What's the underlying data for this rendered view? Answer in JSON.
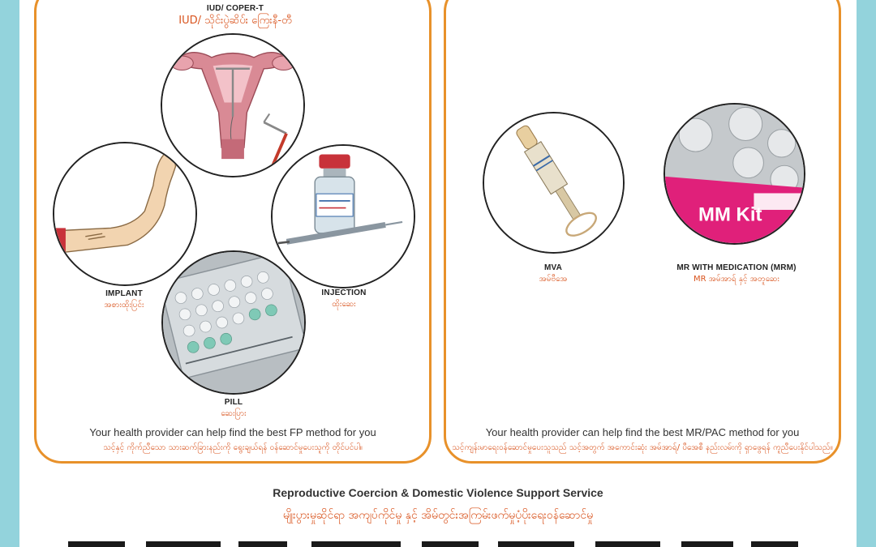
{
  "fp_panel": {
    "methods": {
      "iud": {
        "en": "IUD/ COPER-T",
        "my": "IUD/ သိုင်းပွဲဆိပ်း ကြေးနီ-တီ"
      },
      "implant": {
        "en": "IMPLANT",
        "my": "အစားထိုးပြင်း"
      },
      "injection": {
        "en": "INJECTION",
        "my": "ထိုးဆေး"
      },
      "pill": {
        "en": "PILL",
        "my": "ဆေးပြား"
      }
    },
    "note_en": "Your health provider can help find the best FP method for you",
    "note_my": "သင့်နှင့် ကိုက်ညီသော သားဆက်ခြားနည်းကို ရွေးချယ်ရန် ဝန်ဆောင်မှုပေးသူကို တိုင်ပင်ပါ။"
  },
  "mr_panel": {
    "methods": {
      "mva": {
        "en": "MVA",
        "my": "အမ်ဗီအေ"
      },
      "mrm": {
        "en": "MR WITH MEDICATION (MRM)",
        "my": "MR အမ်အာရ် နှင့် အတူဆေး"
      }
    },
    "kit_label": "MM Kit",
    "note_en": "Your health provider can help find the best MR/PAC method for you",
    "note_my": "သင့်ကျန်းမာရေးဝန်ဆောင်မှုပေးသူသည် သင့်အတွက် အကောင်းဆုံး အမ်အာရ်/ ပီအေစီ နည်းလမ်းကို ရှာဖွေရန် ကူညီပေးနိုင်ပါသည်။"
  },
  "footer": {
    "title": "Reproductive Coercion & Domestic Violence Support Service",
    "subtitle_my": "မျိုးပွားမှုဆိုင်ရာ အကျပ်ကိုင်မှု နှင့် အိမ်တွင်းအကြမ်းဖက်မှုပံ့ပိုးရေးဝန်ဆောင်မှု"
  },
  "colors": {
    "accent_orange": "#e8912a",
    "text_orange": "#d9541e",
    "side_band": "#93d3dc"
  },
  "icons": [
    "uterus-iud-illustration",
    "arm-implant-illustration",
    "vial-syringe-illustration",
    "pill-pack-illustration",
    "mva-syringe-illustration",
    "mm-kit-illustration"
  ]
}
